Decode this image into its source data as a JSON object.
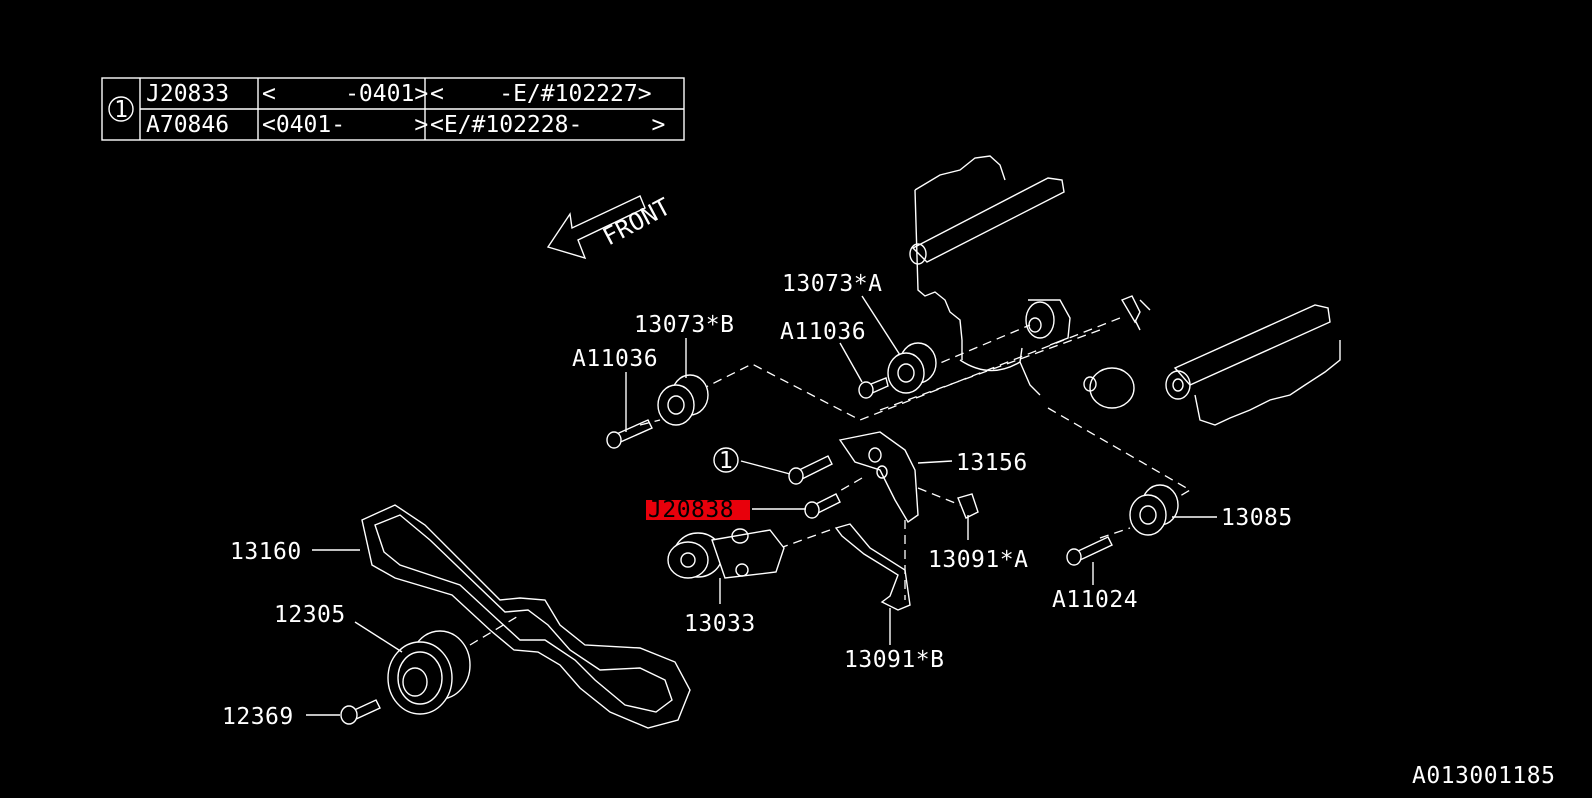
{
  "table": {
    "marker": "1",
    "rows": [
      {
        "part": "J20833",
        "range": "<     -0401>",
        "engine": "<    -E/#102227>"
      },
      {
        "part": "A70846",
        "range": "<0401-     >",
        "engine": "<E/#102228-     >"
      }
    ]
  },
  "front_label": "FRONT",
  "callouts": {
    "p13073b": "13073*B",
    "p13073a": "13073*A",
    "a11036_left": "A11036",
    "a11036_right": "A11036",
    "circle_1": "1",
    "p13156": "13156",
    "j20838": "J20838",
    "p13085": "13085",
    "p13091a": "13091*A",
    "a11024": "A11024",
    "p13160": "13160",
    "p13033": "13033",
    "p12305": "12305",
    "p13091b": "13091*B",
    "p12369": "12369"
  },
  "diagram_id": "A013001185",
  "colors": {
    "background": "#000000",
    "line": "#ffffff",
    "highlight": "#e8000b"
  }
}
